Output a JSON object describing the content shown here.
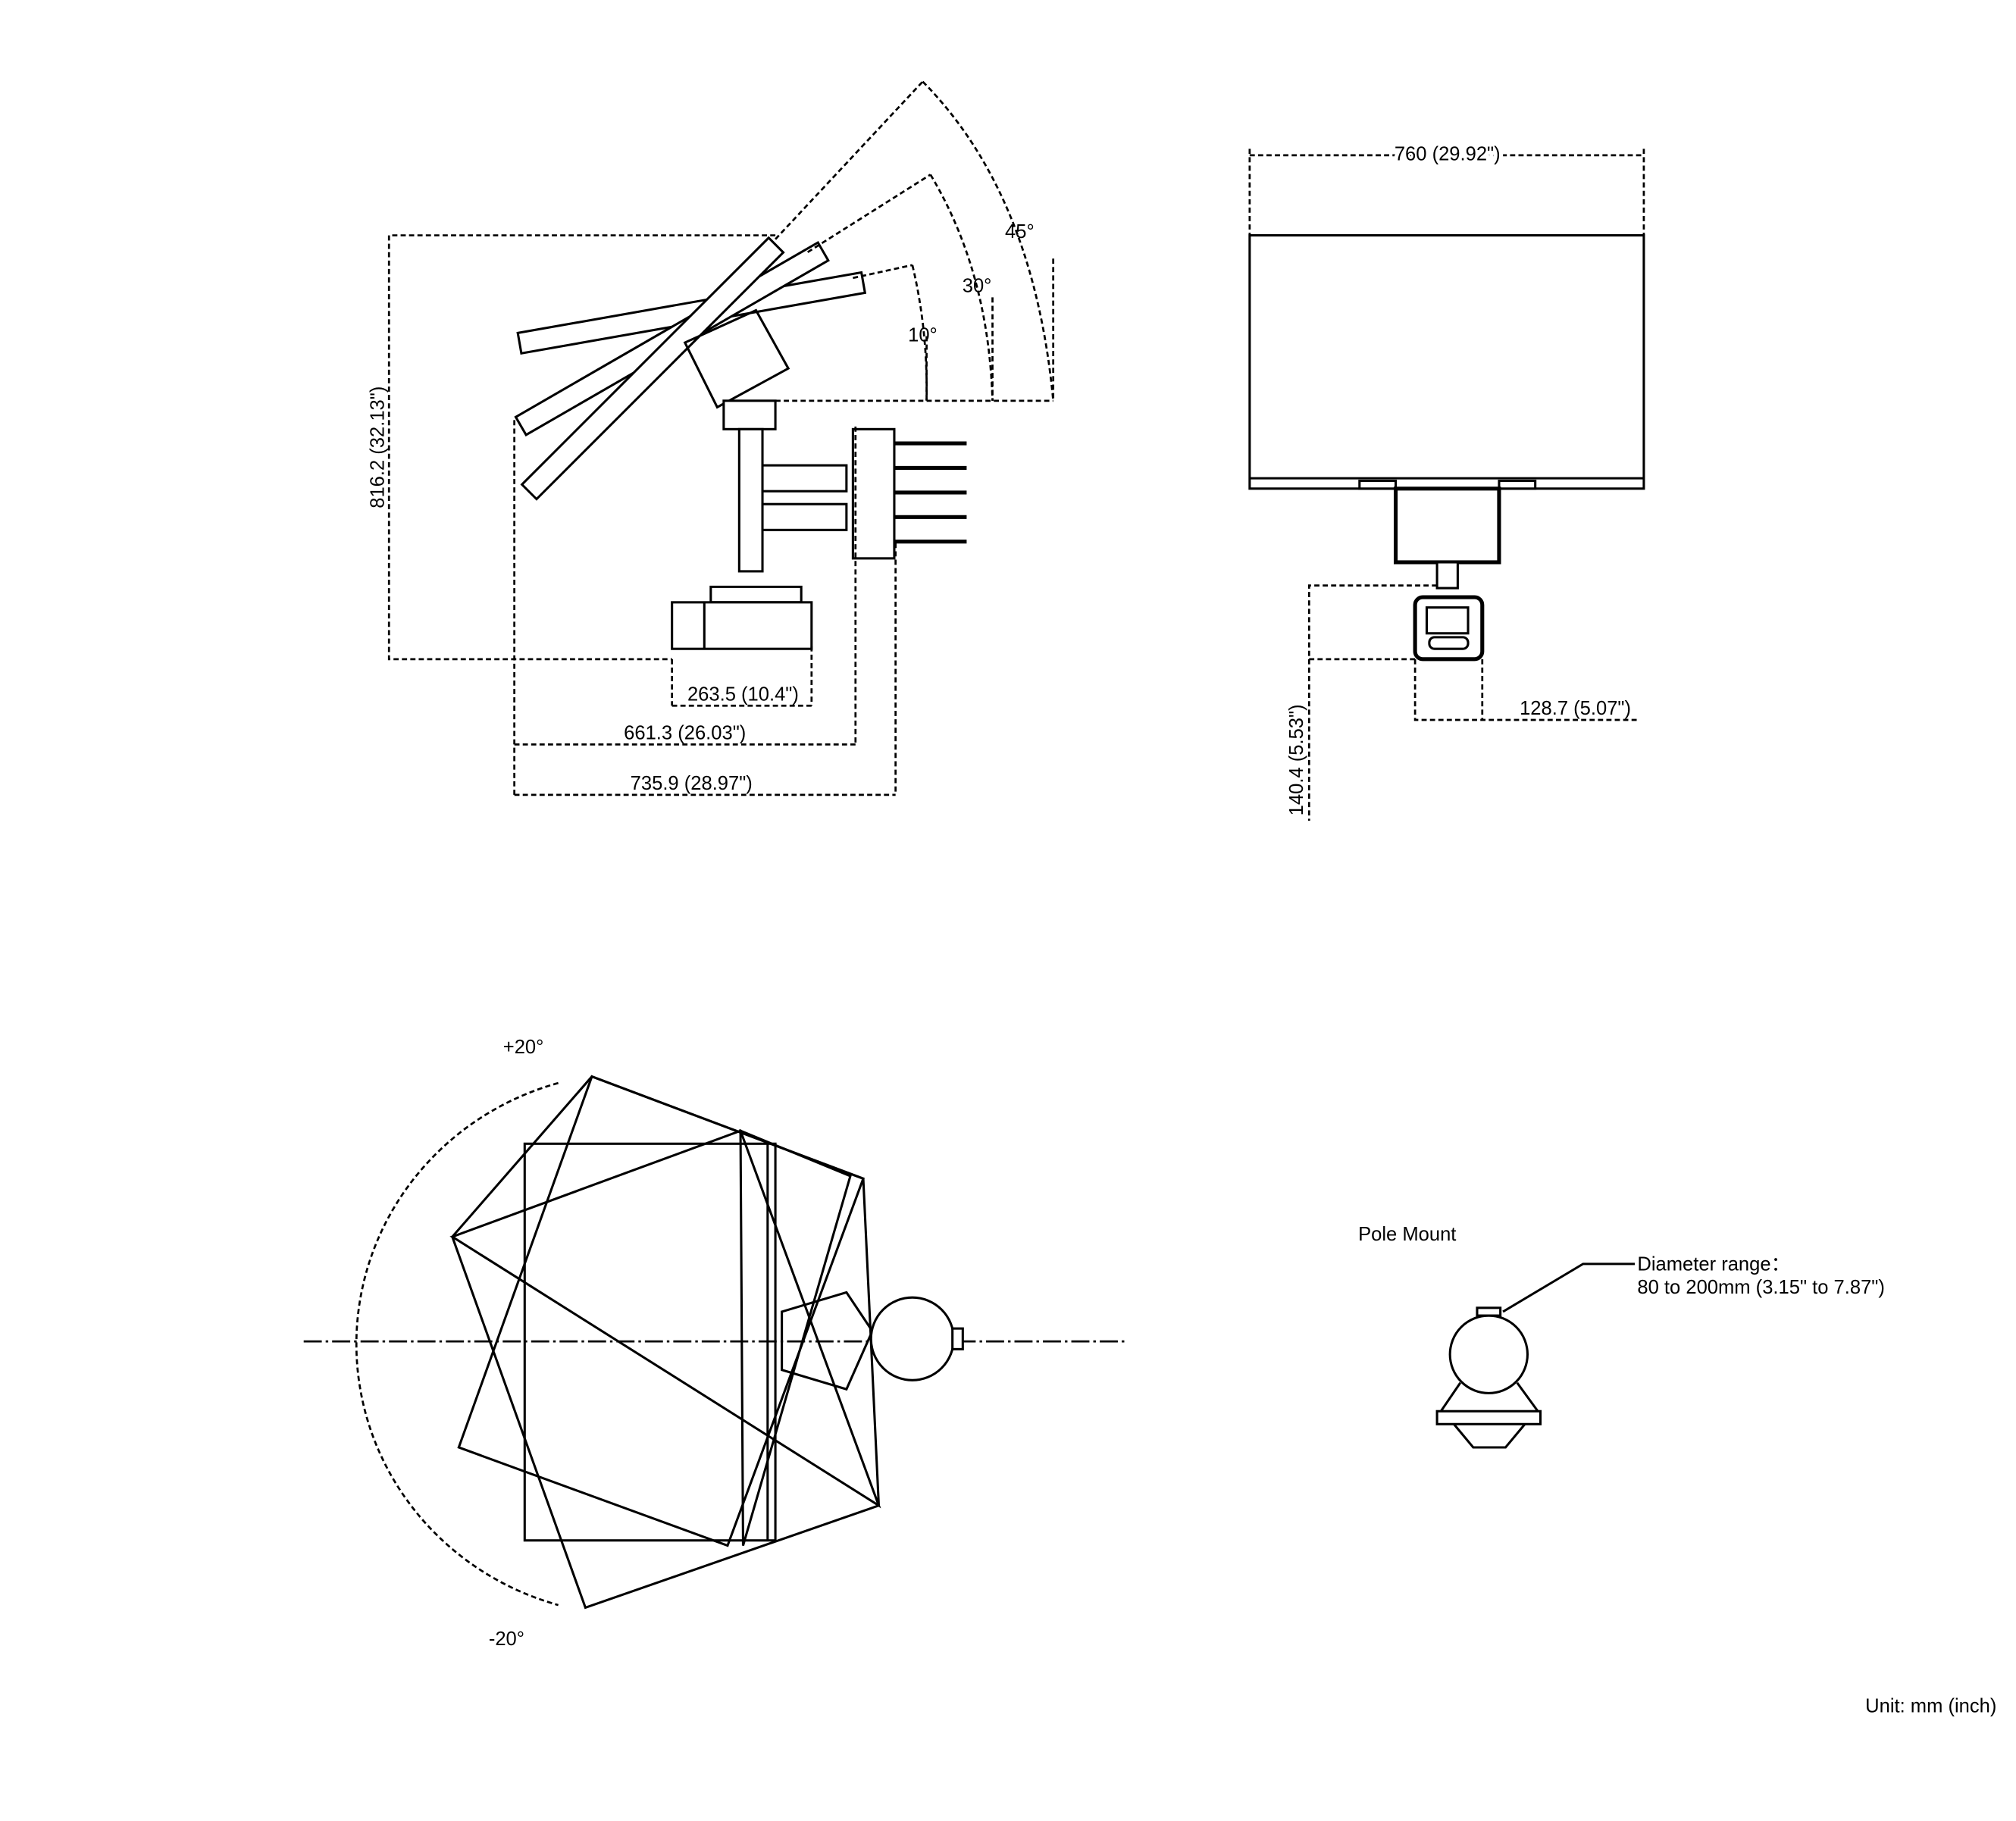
{
  "side_view": {
    "height_dim": "816.2 (32.13\")",
    "camera_length_dim": "263.5 (10.4\")",
    "depth_dim_1": "661.3 (26.03\")",
    "depth_dim_2": "735.9 (28.97\")",
    "tilt_angles": [
      "10°",
      "30°",
      "45°"
    ]
  },
  "front_view": {
    "width_dim": "760 (29.92\")",
    "camera_height_dim": "140.4 (5.53\")",
    "camera_width_dim": "128.7 (5.07\")"
  },
  "top_view": {
    "pan_plus": "+20°",
    "pan_minus": "-20°"
  },
  "pole_mount": {
    "title": "Pole Mount",
    "diameter_label": "Diameter range：",
    "diameter_value": "80 to 200mm (3.15\" to 7.87\")"
  },
  "unit_note": "Unit: mm (inch)"
}
